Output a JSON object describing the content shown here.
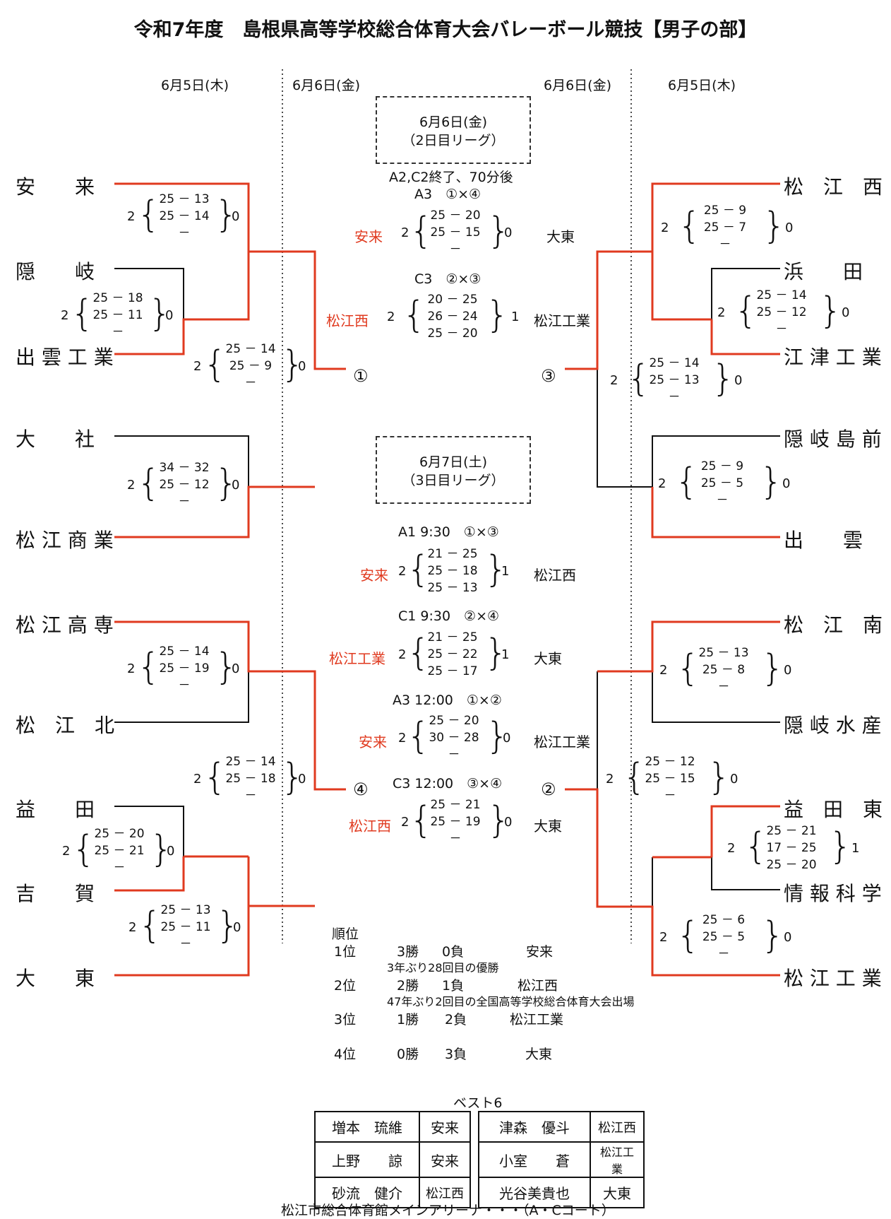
{
  "title": "令和7年度　島根県高等学校総合体育大会バレーボール競技【男子の部】",
  "dates": {
    "left_d1": "6月5日(木)",
    "left_d2": "6月6日(金)",
    "right_d2": "6月6日(金)",
    "right_d1": "6月5日(木)"
  },
  "box1": {
    "line1": "6月6日(金)",
    "line2": "（2日目リーグ）"
  },
  "box2": {
    "line1": "6月7日(土)",
    "line2": "（3日目リーグ）"
  },
  "teams": {
    "l1": "安　　来",
    "l2": "隠　　岐",
    "l3": "出 雲 工 業",
    "l4": "大　　社",
    "l5": "松 江 商 業",
    "l6": "松 江 高 専",
    "l7": "松　江　北",
    "l8": "益　　田",
    "l9": "吉　　賀",
    "l10": "大　　東",
    "r1": "松　江　西",
    "r2": "浜　　田",
    "r3": "江 津 工 業",
    "r4": "隠 岐 島 前",
    "r5": "出　　雲",
    "r6": "松　江　南",
    "r7": "隠 岐 水 産",
    "r8": "益　田　東",
    "r9": "情 報 科 学",
    "r10": "松 江 工 業"
  },
  "scores": {
    "s1": {
      "a": "2",
      "b": "0",
      "sets": [
        "25 － 13",
        "25 － 14",
        "－"
      ]
    },
    "s2": {
      "a": "2",
      "b": "0",
      "sets": [
        "25 － 18",
        "25 － 11",
        "－"
      ]
    },
    "s3": {
      "a": "2",
      "b": "0",
      "sets": [
        "25 － 14",
        "25 － 9",
        "－"
      ]
    },
    "s4": {
      "a": "2",
      "b": "0",
      "sets": [
        "34 － 32",
        "25 － 12",
        "－"
      ]
    },
    "s5": {
      "a": "2",
      "b": "0",
      "sets": [
        "25 － 14",
        "25 － 19",
        "－"
      ]
    },
    "s6": {
      "a": "2",
      "b": "0",
      "sets": [
        "25 － 14",
        "25 － 18",
        "－"
      ]
    },
    "s7": {
      "a": "2",
      "b": "0",
      "sets": [
        "25 － 20",
        "25 － 21",
        "－"
      ]
    },
    "s8": {
      "a": "2",
      "b": "0",
      "sets": [
        "25 － 13",
        "25 － 11",
        "－"
      ]
    },
    "r1": {
      "a": "2",
      "b": "0",
      "sets": [
        "25 － 9",
        "25 － 7",
        "－"
      ]
    },
    "r2": {
      "a": "2",
      "b": "0",
      "sets": [
        "25 － 14",
        "25 － 12",
        "－"
      ]
    },
    "r3": {
      "a": "2",
      "b": "0",
      "sets": [
        "25 － 14",
        "25 － 13",
        "－"
      ]
    },
    "r4": {
      "a": "2",
      "b": "0",
      "sets": [
        "25 － 9",
        "25 － 5",
        "－"
      ]
    },
    "r5": {
      "a": "2",
      "b": "0",
      "sets": [
        "25 － 13",
        "25 － 8",
        "－"
      ]
    },
    "r6": {
      "a": "2",
      "b": "0",
      "sets": [
        "25 － 12",
        "25 － 15",
        "－"
      ]
    },
    "r7": {
      "a": "2",
      "b": "1",
      "sets": [
        "25 － 21",
        "17 － 25",
        "25 － 20"
      ]
    },
    "r8": {
      "a": "2",
      "b": "0",
      "sets": [
        "25 － 6",
        "25 － 5",
        "－"
      ]
    }
  },
  "markers": {
    "m1": "①",
    "m2": "②",
    "m3": "③",
    "m4": "④"
  },
  "league": {
    "note1": "A2,C2終了、70分後",
    "g1": {
      "head": "A3　①×④",
      "win": "安来",
      "a": "2",
      "b": "0",
      "lose": "大東",
      "sets": [
        "25 － 20",
        "25 － 15",
        "－"
      ]
    },
    "g2": {
      "head": "C3　②×③",
      "win": "松江西",
      "a": "2",
      "b": "1",
      "lose": "松江工業",
      "sets": [
        "20 － 25",
        "26 － 24",
        "25 － 20"
      ]
    },
    "g3": {
      "head": "A1 9:30　①×③",
      "win": "安来",
      "a": "2",
      "b": "1",
      "lose": "松江西",
      "sets": [
        "21 － 25",
        "25 － 18",
        "25 － 13"
      ]
    },
    "g4": {
      "head": "C1 9:30　②×④",
      "win": "松江工業",
      "a": "2",
      "b": "1",
      "lose": "大東",
      "sets": [
        "21 － 25",
        "25 － 22",
        "25 － 17"
      ]
    },
    "g5": {
      "head": "A3 12:00　①×②",
      "win": "安来",
      "a": "2",
      "b": "0",
      "lose": "松江工業",
      "sets": [
        "25 － 20",
        "30 － 28",
        "－"
      ]
    },
    "g6": {
      "head": "C3 12:00　③×④",
      "win": "松江西",
      "a": "2",
      "b": "0",
      "lose": "大東",
      "sets": [
        "25 － 21",
        "25 － 19",
        "－"
      ]
    }
  },
  "ranking": {
    "header": "順位",
    "rows": [
      {
        "place": "1位",
        "w": "3勝",
        "l": "0負",
        "team": "安来",
        "note": "3年ぶり28回目の優勝"
      },
      {
        "place": "2位",
        "w": "2勝",
        "l": "1負",
        "team": "松江西",
        "note": "47年ぶり2回目の全国高等学校総合体育大会出場"
      },
      {
        "place": "3位",
        "w": "1勝",
        "l": "2負",
        "team": "松江工業",
        "note": ""
      },
      {
        "place": "4位",
        "w": "0勝",
        "l": "3負",
        "team": "大東",
        "note": ""
      }
    ]
  },
  "best6": {
    "label": "ベスト6",
    "rows": [
      {
        "n1": "増本　琉維",
        "t1": "安来",
        "n2": "津森　優斗",
        "t2": "松江西"
      },
      {
        "n1": "上野　　諒",
        "t1": "安来",
        "n2": "小室　　蒼",
        "t2": "松江工業"
      },
      {
        "n1": "砂流　健介",
        "t1": "松江西",
        "n2": "光谷美貴也",
        "t2": "大東"
      }
    ]
  },
  "venue": "松江市総合体育館メインアリーナ・・・（A・Cコート）",
  "colors": {
    "win": "#e03a1f",
    "line": "#111111"
  }
}
